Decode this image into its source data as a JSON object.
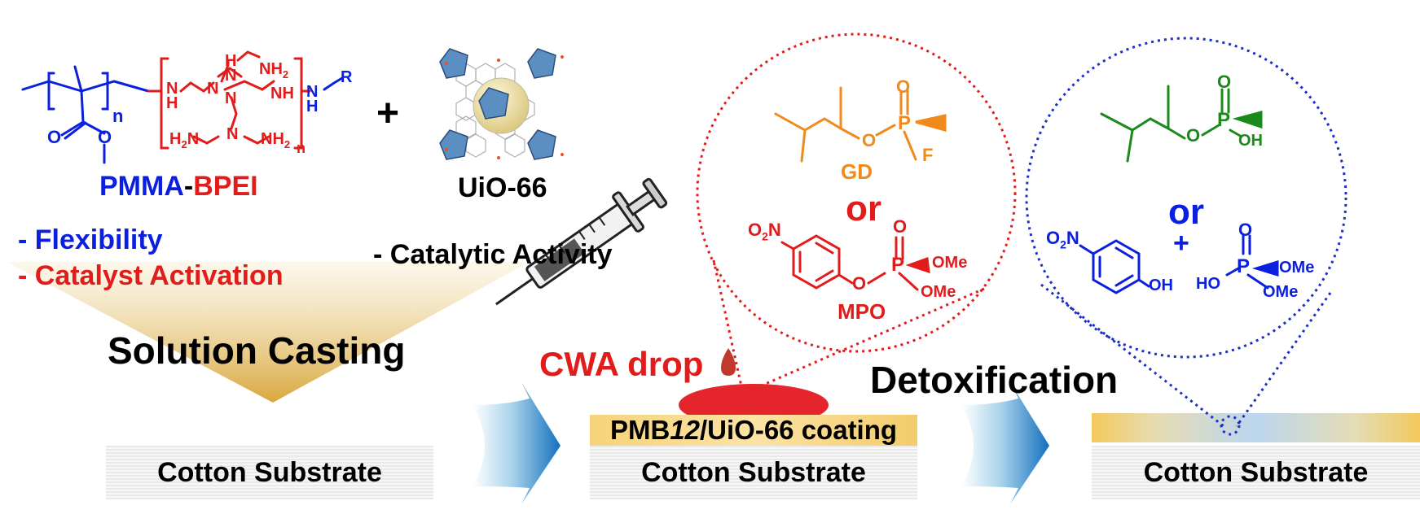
{
  "polymer": {
    "pmma": "PMMA",
    "dash": "-",
    "bpei": "BPEI",
    "plus": "+",
    "mof": "UiO-66"
  },
  "properties": {
    "flexibility": "- Flexibility",
    "catalyst_activation": "- Catalyst Activation",
    "catalytic_activity": "- Catalytic Activity"
  },
  "steps": {
    "solution_casting": "Solution Casting",
    "cwa_drop": "CWA drop",
    "detoxification": "Detoxification"
  },
  "substrates": {
    "left": "Cotton Substrate",
    "middle": "Cotton Substrate",
    "right": "Cotton Substrate"
  },
  "coating": {
    "prefix": "PMB",
    "italic": "12",
    "suffix": "/UiO-66 coating"
  },
  "agents": {
    "gd": "GD",
    "or": "or",
    "mpo": "MPO",
    "f": "F",
    "o": "O",
    "p": "P",
    "ome": "OMe",
    "no2_n": "N",
    "no2_o": "O",
    "no2_sub": "2"
  },
  "products": {
    "or": "or",
    "plus": "+",
    "oh": "OH",
    "ho": "HO",
    "ome": "OMe"
  },
  "structure_labels": {
    "n": "n",
    "o": "O",
    "n_atom": "N",
    "h": "H",
    "nh": "NH",
    "nh2": "NH2",
    "h2n": "H2N",
    "r": "R"
  },
  "colors": {
    "pmma_blue": "#0b1fe0",
    "bpei_red": "#e21b1b",
    "gd_orange": "#f08a1c",
    "product_green": "#1a8a1a",
    "arrow_blue": "#1e7fc8",
    "coating_gold": "#f5d37a"
  }
}
